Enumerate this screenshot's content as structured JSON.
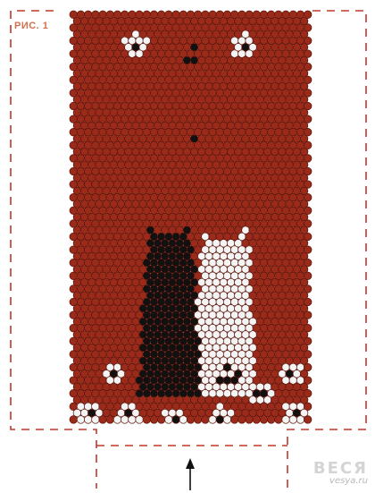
{
  "figure_label": "РИС. 1",
  "watermark": {
    "brand": "ВЕСЯ",
    "site": "vesya.ru"
  },
  "colors": {
    "background_bead": "#9a2a1a",
    "bead_outline": "#5a1208",
    "black_bead": "#111111",
    "white_bead": "#f4f4f4",
    "label": "#d2704f",
    "dashed_outline": "#c0392b",
    "arrow": "#111111"
  },
  "pattern": {
    "description_motif": "two cats (black and white) sitting side by side with paw prints and flowers",
    "motifs": [
      "paw-print-top",
      "paw-print-left",
      "paw-print-right",
      "black-cat",
      "white-cat",
      "flowers-row"
    ]
  }
}
